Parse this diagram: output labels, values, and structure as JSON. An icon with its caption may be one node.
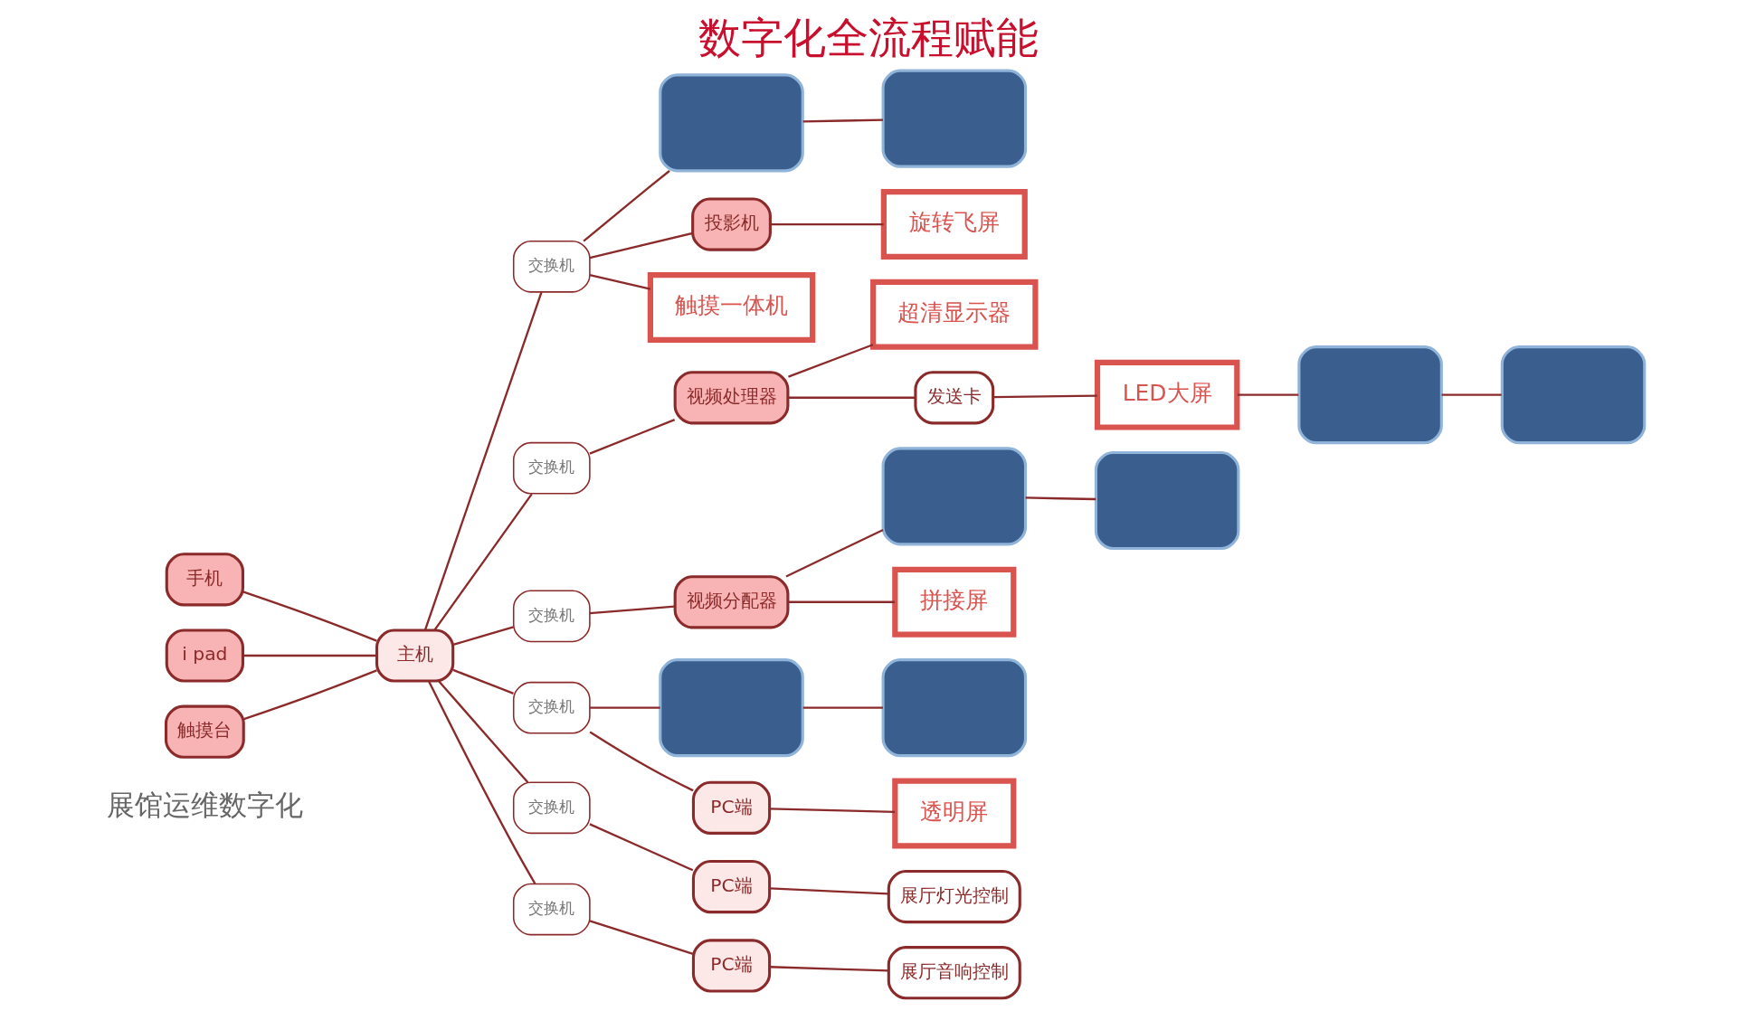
{
  "diagram": {
    "title": "数字化全流程赋能",
    "nodes": [
      {
        "text": [
          "手机"
        ]
      },
      {
        "text": [
          "i pad"
        ]
      },
      {
        "text": [
          "触摸台"
        ]
      },
      {
        "text": [
          "主机"
        ]
      },
      {
        "text": [],
        "shape": "box"
      },
      {
        "text": [],
        "shape": "box"
      },
      {
        "text": [
          "旋转飞屏"
        ]
      },
      {
        "text": [
          "投影机"
        ]
      },
      {
        "text": [
          "交换机"
        ]
      },
      {
        "text": [
          "触摸一体机"
        ]
      },
      {
        "text": [
          "超清显示器"
        ]
      },
      {
        "text": [
          "LED大屏"
        ]
      },
      {
        "text": [
          "发送卡"
        ]
      },
      {
        "text": [],
        "shape": "box"
      },
      {
        "text": [],
        "shape": "box"
      },
      {
        "text": [
          "视频处理器"
        ]
      },
      {
        "text": [
          "交换机"
        ]
      },
      {
        "text": [
          "交换机"
        ]
      },
      {
        "text": [
          "视频分配器"
        ]
      },
      {
        "text": [],
        "shape": "box"
      },
      {
        "text": [],
        "shape": "box"
      },
      {
        "text": [
          "拼接屏"
        ]
      },
      {
        "text": [
          "交换机"
        ]
      },
      {
        "text": [],
        "shape": "box"
      },
      {
        "text": [],
        "shape": "box"
      },
      {
        "text": [
          "PC端"
        ]
      },
      {
        "text": [
          "透明屏"
        ]
      },
      {
        "text": [
          "展厅灯光控制"
        ]
      },
      {
        "text": [
          "PC端"
        ]
      },
      {
        "text": [
          "交换机"
        ]
      },
      {
        "text": [
          "交换机"
        ]
      },
      {
        "text": [
          "PC端"
        ]
      },
      {
        "text": [
          "展厅音响控制"
        ]
      }
    ],
    "edges": [
      {
        "from": 0,
        "to": 3,
        "arrow": "none"
      },
      {
        "from": 1,
        "to": 3,
        "arrow": "none"
      },
      {
        "from": 2,
        "to": 3,
        "arrow": "none"
      },
      {
        "from": 3,
        "to": 8,
        "arrow": "none"
      },
      {
        "from": 8,
        "to": 7,
        "arrow": "none"
      },
      {
        "from": 7,
        "to": 6,
        "arrow": "none"
      },
      {
        "from": 8,
        "to": 5,
        "arrow": "none"
      },
      {
        "from": 5,
        "to": 4,
        "arrow": "none"
      },
      {
        "from": 8,
        "to": 9,
        "arrow": "none"
      },
      {
        "from": 3,
        "to": 16,
        "arrow": "none"
      },
      {
        "from": 16,
        "to": 15,
        "arrow": "none"
      },
      {
        "from": 15,
        "to": 10,
        "arrow": "none"
      },
      {
        "from": 15,
        "to": 12,
        "arrow": "none"
      },
      {
        "from": 12,
        "to": 11,
        "arrow": "none"
      },
      {
        "from": 11,
        "to": 13,
        "arrow": "none"
      },
      {
        "from": 13,
        "to": 14,
        "arrow": "none"
      },
      {
        "from": 3,
        "to": 17,
        "arrow": "none"
      },
      {
        "from": 17,
        "to": 18,
        "arrow": "none"
      },
      {
        "from": 18,
        "to": 21,
        "arrow": "none"
      },
      {
        "from": 18,
        "to": 20,
        "arrow": "none"
      },
      {
        "from": 20,
        "to": 19,
        "arrow": "none"
      },
      {
        "from": 3,
        "to": 22,
        "arrow": "none"
      },
      {
        "from": 22,
        "to": 23,
        "arrow": "none"
      },
      {
        "from": 23,
        "to": 24,
        "arrow": "none"
      },
      {
        "from": 22,
        "to": 25,
        "arrow": "none"
      },
      {
        "from": 25,
        "to": 26,
        "arrow": "none"
      },
      {
        "from": 3,
        "to": 29,
        "arrow": "none"
      },
      {
        "from": 29,
        "to": 28,
        "arrow": "none"
      },
      {
        "from": 28,
        "to": 27,
        "arrow": "none"
      },
      {
        "from": 3,
        "to": 30,
        "arrow": "none"
      },
      {
        "from": 30,
        "to": 31,
        "arrow": "none"
      },
      {
        "from": 31,
        "to": 32,
        "arrow": "none"
      }
    ],
    "labels": [
      "展馆运维数字化"
    ]
  }
}
